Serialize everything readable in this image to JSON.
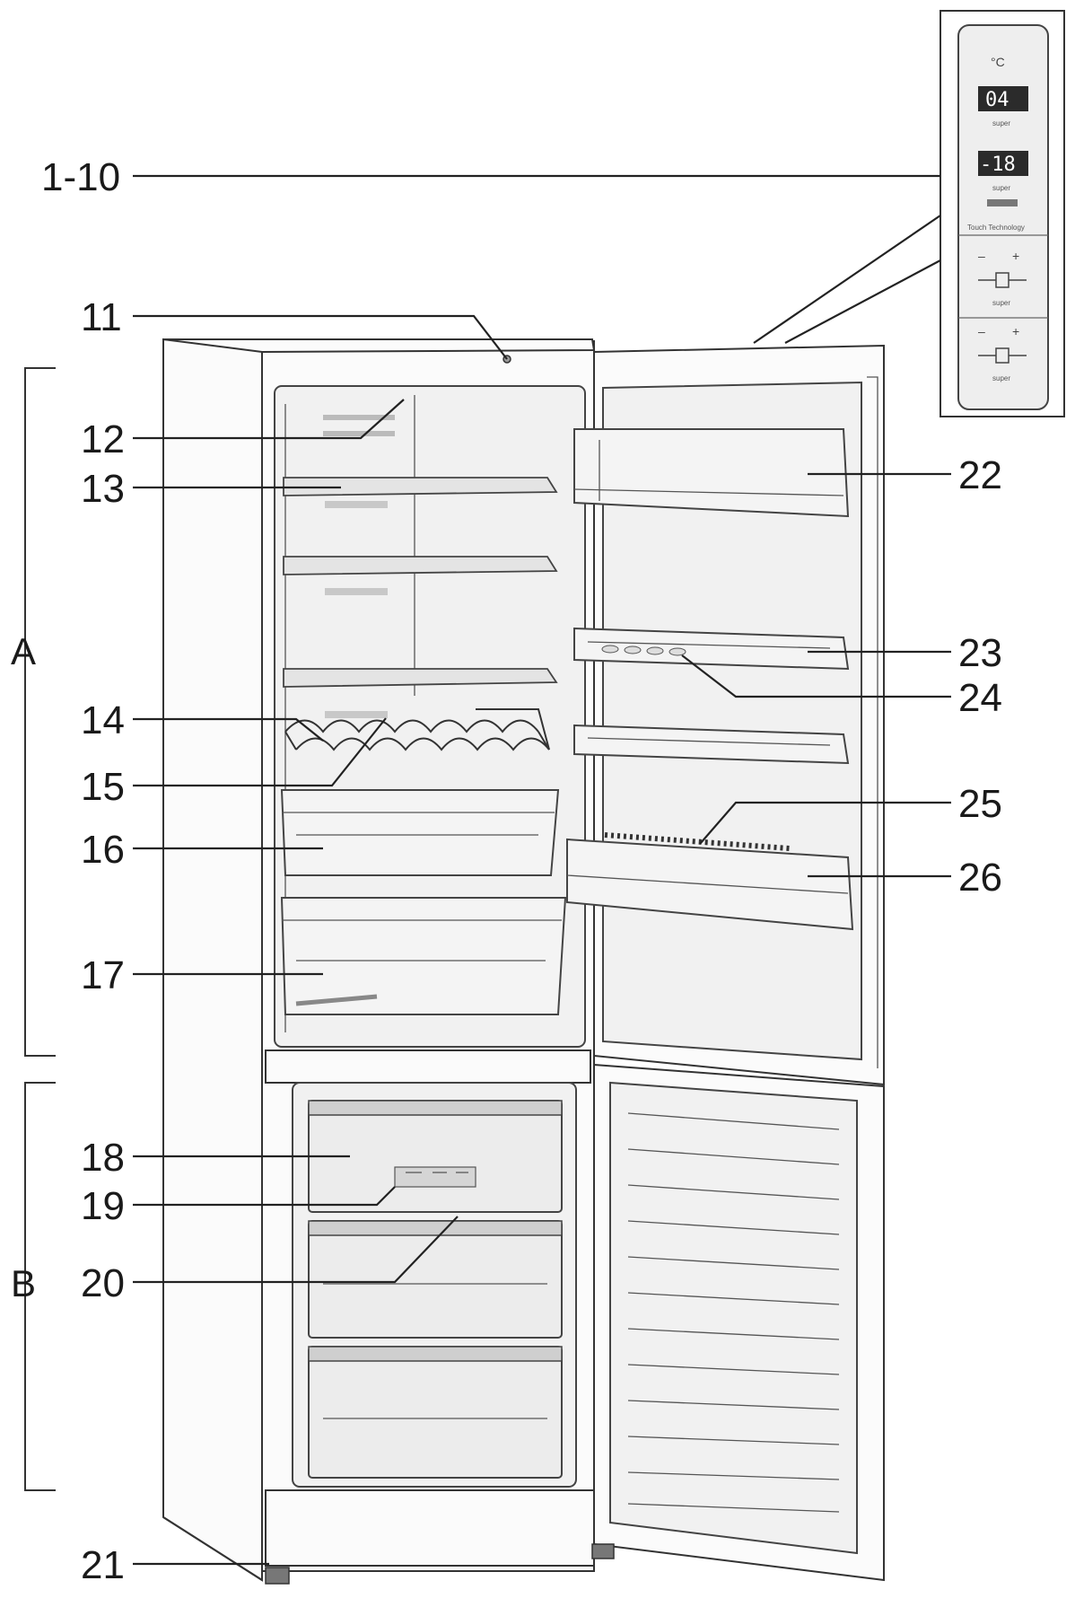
{
  "callouts": {
    "c1_10": "1-10",
    "c11": "11",
    "c12": "12",
    "c13": "13",
    "c14": "14",
    "c15": "15",
    "c16": "16",
    "c17": "17",
    "c18": "18",
    "c19": "19",
    "c20": "20",
    "c21": "21",
    "c22": "22",
    "c23": "23",
    "c24": "24",
    "c25": "25",
    "c26": "26"
  },
  "sections": {
    "fridge": "A",
    "freezer": "B"
  },
  "control_panel": {
    "unit": "°C",
    "fridge_temp": "04",
    "freezer_temp": "-18",
    "super_1": "super",
    "super_2": "super",
    "touch_label": "Touch Technology",
    "minus": "–",
    "plus": "+",
    "super_3": "super",
    "super_4": "super"
  }
}
